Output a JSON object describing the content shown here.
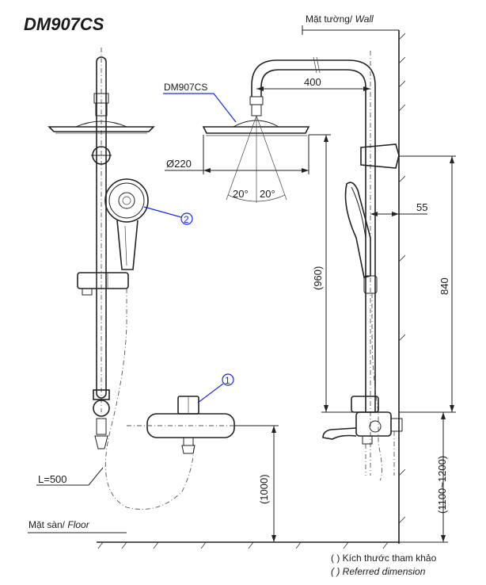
{
  "model": "DM907CS",
  "wall_label": "Mặt tường/",
  "wall_label_en": "Wall",
  "floor_label": "Mặt sàn/",
  "floor_label_en": "Floor",
  "head_model": "DM907CS",
  "dims": {
    "arm_length": "400",
    "head_diameter": "Ø220",
    "spray_angle_left": "20°",
    "spray_angle_right": "20°",
    "bracket_offset": "55",
    "rail_height": "840",
    "head_to_mixer": "(960)",
    "mixer_height": "(1100~1200)",
    "mixer_floor": "(1000)",
    "hose_length": "L=500"
  },
  "callouts": [
    "1",
    "2"
  ],
  "notes": {
    "reference_vi": "( ) Kích thước tham khảo",
    "reference_en": "( ) Referred dimension"
  }
}
